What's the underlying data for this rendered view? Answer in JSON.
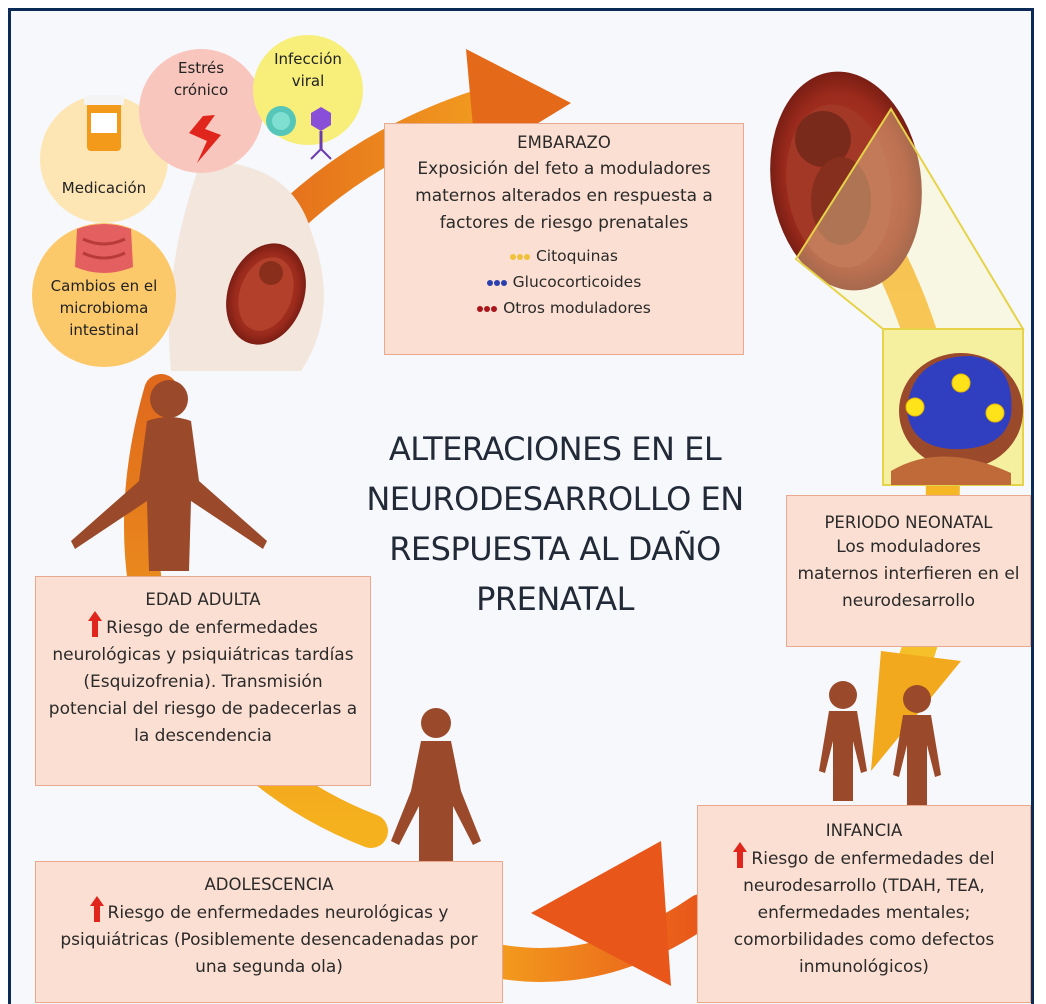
{
  "title": "ALTERACIONES EN EL NEURODESARROLLO EN RESPUESTA AL DAÑO PRENATAL",
  "risk_factors": {
    "stress": "Estrés crónico",
    "viral": "Infección viral",
    "medication": "Medicación",
    "microbiome": "Cambios en el microbioma intestinal"
  },
  "embarazo": {
    "heading": "EMBARAZO",
    "text": "Exposición del feto a moduladores maternos alterados en respuesta a factores de riesgo prenatales",
    "modulators": [
      "Citoquinas",
      "Glucocorticoides",
      "Otros moduladores"
    ]
  },
  "neonatal": {
    "heading": "PERIODO NEONATAL",
    "text": "Los moduladores maternos interfieren en el neurodesarrollo"
  },
  "infancia": {
    "heading": "INFANCIA",
    "text": "Riesgo de enfermedades del neurodesarrollo (TDAH, TEA, enfermedades mentales; comorbilidades como defectos inmunológicos)"
  },
  "adolescencia": {
    "heading": "ADOLESCENCIA",
    "text": "Riesgo de enfermedades neurológicas y psiquiátricas (Posiblemente desencadenadas por una segunda ola)"
  },
  "adulta": {
    "heading": "EDAD ADULTA",
    "text": "Riesgo de enfermedades neurológicas y psiquiátricas tardías (Esquizofrenia). Transmisión potencial del riesgo de padecerlas a la descendencia"
  },
  "colors": {
    "frame": "#0b2a57",
    "box_fill": "#fbdfd2",
    "box_border": "#e8a98f",
    "cycle_orange": "#e8671a",
    "cycle_yellow": "#f6b51e",
    "risk_arrow": "#e0261c",
    "brain": "#2f3fbf",
    "skin": "#9a4a2a"
  }
}
